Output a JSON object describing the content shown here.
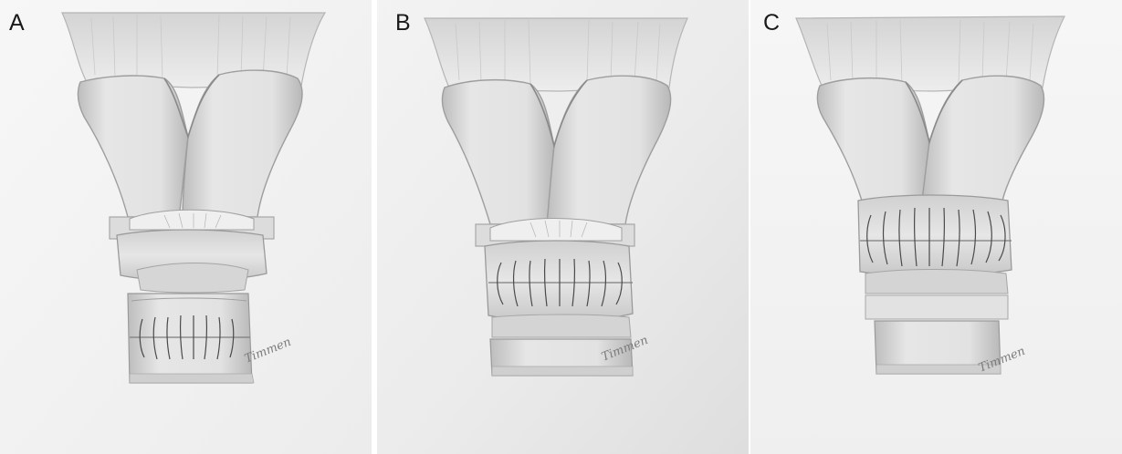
{
  "panels": [
    {
      "label": "A",
      "signature": "Timmen"
    },
    {
      "label": "B",
      "signature": "Timmen"
    },
    {
      "label": "C",
      "signature": "Timmen"
    }
  ],
  "colors": {
    "paper": "#f4f4f4",
    "cartilage_light": "#e3e3e3",
    "cartilage_shade": "#bdbdbd",
    "suture": "#4a4a4a"
  }
}
